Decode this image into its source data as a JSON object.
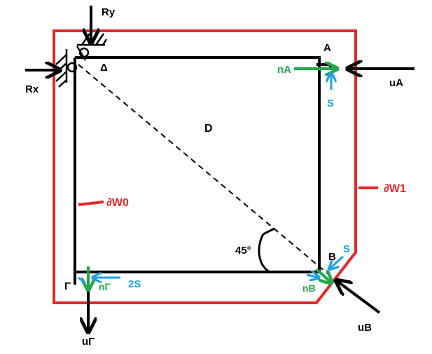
{
  "colors": {
    "frame": "#000000",
    "boundary": "#e8262a",
    "normal_force": "#22a84a",
    "shear": "#1ea0e6",
    "background": "#ffffff"
  },
  "labels": {
    "reaction_y": "Ry",
    "reaction_x": "Rx",
    "corner_delta": "Δ",
    "corner_a": "A",
    "corner_b": "B",
    "corner_gamma": "Γ",
    "domain": "D",
    "boundary_w0": "∂W0",
    "boundary_w1": "∂W1",
    "normal_a": "nA",
    "normal_b": "nB",
    "normal_gamma": "nΓ",
    "shear_a": "S",
    "shear_b": "S",
    "shear_gamma": "2S",
    "displacement_a": "uA",
    "displacement_b": "uB",
    "displacement_gamma": "uΓ",
    "angle": "45°"
  },
  "icons": {
    "support": "pin-support-icon",
    "arrow": "arrow-icon"
  }
}
